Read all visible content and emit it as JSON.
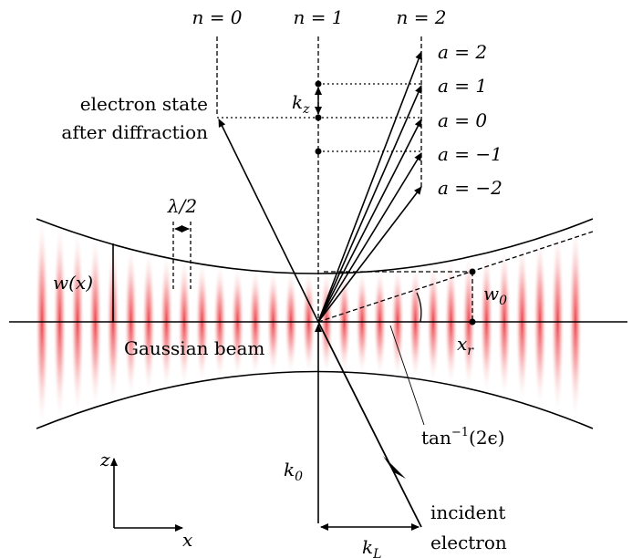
{
  "labels": {
    "n0": "n = 0",
    "n1": "n = 1",
    "n2": "n = 2",
    "a2": "a = 2",
    "a1": "a = 1",
    "a0": "a = 0",
    "am1": "a = −1",
    "am2": "a = −2",
    "kz": "k",
    "kz_sub": "z",
    "state_line1": "electron state",
    "state_line2": "after diffraction",
    "lambda": "λ/2",
    "waist": "w(x)",
    "w0": "w",
    "w0_sub": "0",
    "xr": "x",
    "xr_sub": "r",
    "beam": "Gaussian beam",
    "tan_prefix": "tan",
    "tan_sup": "−1",
    "tan_arg": "(2ϵ)",
    "k0": "k",
    "k0_sub": "0",
    "kL": "k",
    "kL_sub": "L",
    "incident1": "incident",
    "incident2": "electron",
    "axis_z": "z",
    "axis_x": "x"
  },
  "colors": {
    "ink": "#000000",
    "beam": "#e8242c",
    "background": "#ffffff"
  },
  "icons": {
    "axis_arrows": "coordinate-axes-icon"
  }
}
